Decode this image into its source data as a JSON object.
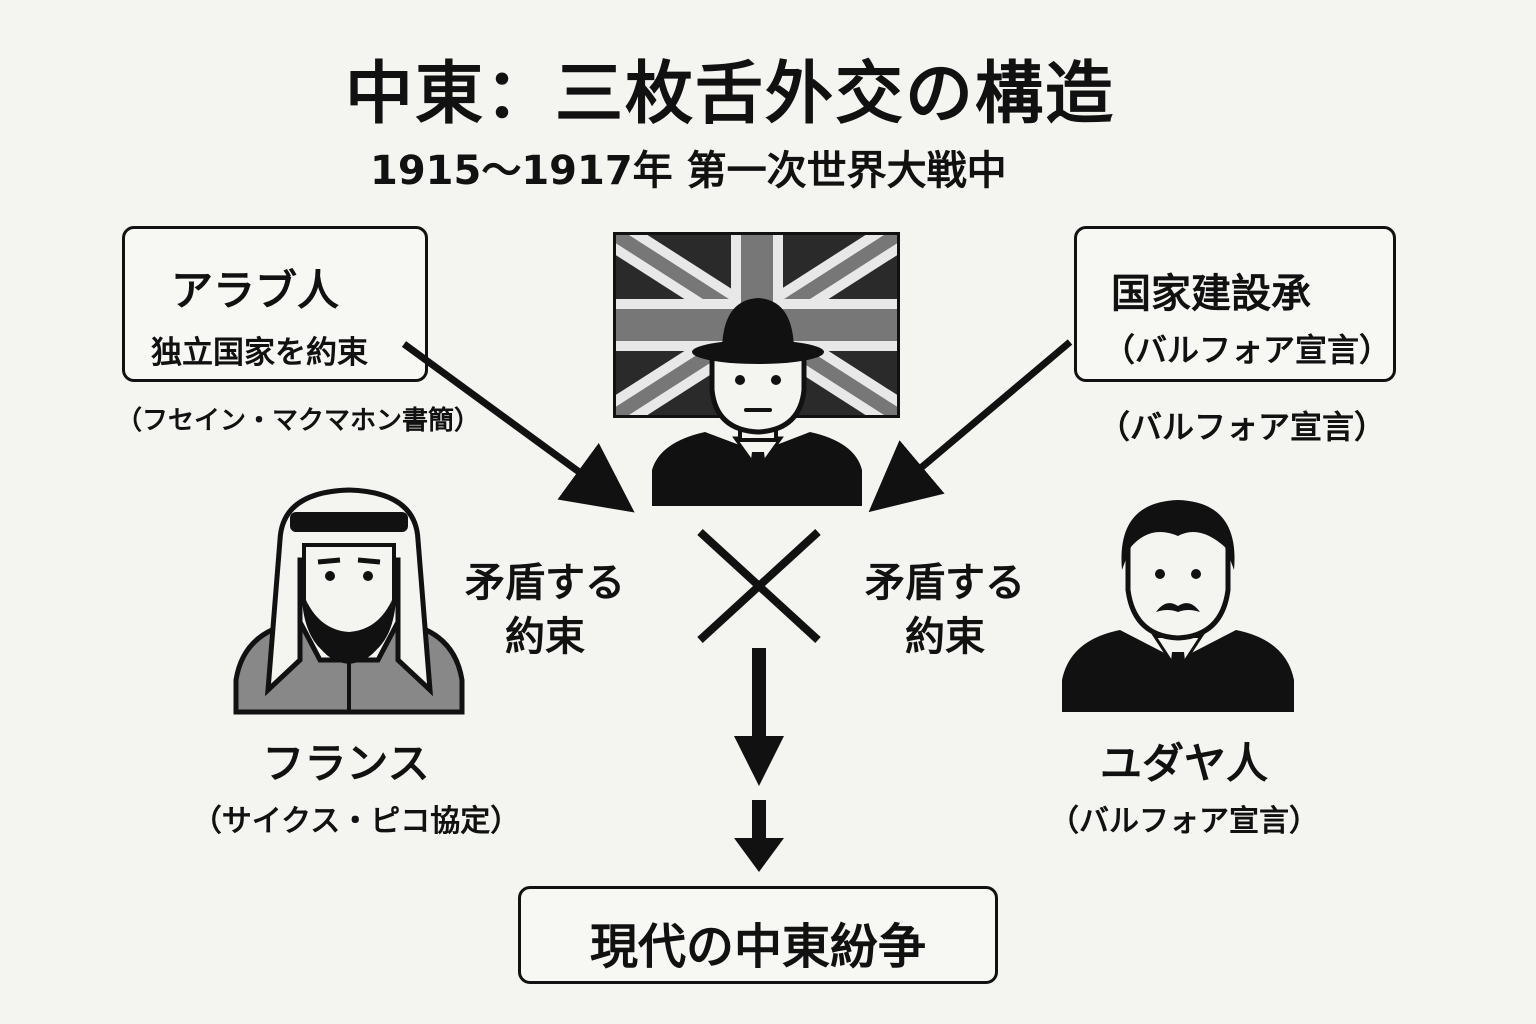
{
  "title": "中東：三枚舌外交の構造",
  "subtitle": "1915〜1917年 第一次世界大戦中",
  "arab_box": {
    "heading": "アラブ人",
    "text": "独立国家を約束"
  },
  "arab_note": "（フセイン・マクマホン書簡）",
  "state_box": {
    "heading": "国家建設承",
    "text": "（バルフォア宣言）"
  },
  "state_note": "（バルフォア宣言）",
  "contradiction_left": {
    "line1": "矛盾する",
    "line2": "約束"
  },
  "contradiction_right": {
    "line1": "矛盾する",
    "line2": "約束"
  },
  "france": {
    "name": "フランス",
    "agreement": "（サイクス・ピコ協定）"
  },
  "jews": {
    "name": "ユダヤ人",
    "agreement": "（バルフォア宣言）"
  },
  "result": "現代の中東紛争",
  "colors": {
    "background": "#f4f4f1",
    "ink": "#111111",
    "gray": "#7a7a7a"
  }
}
